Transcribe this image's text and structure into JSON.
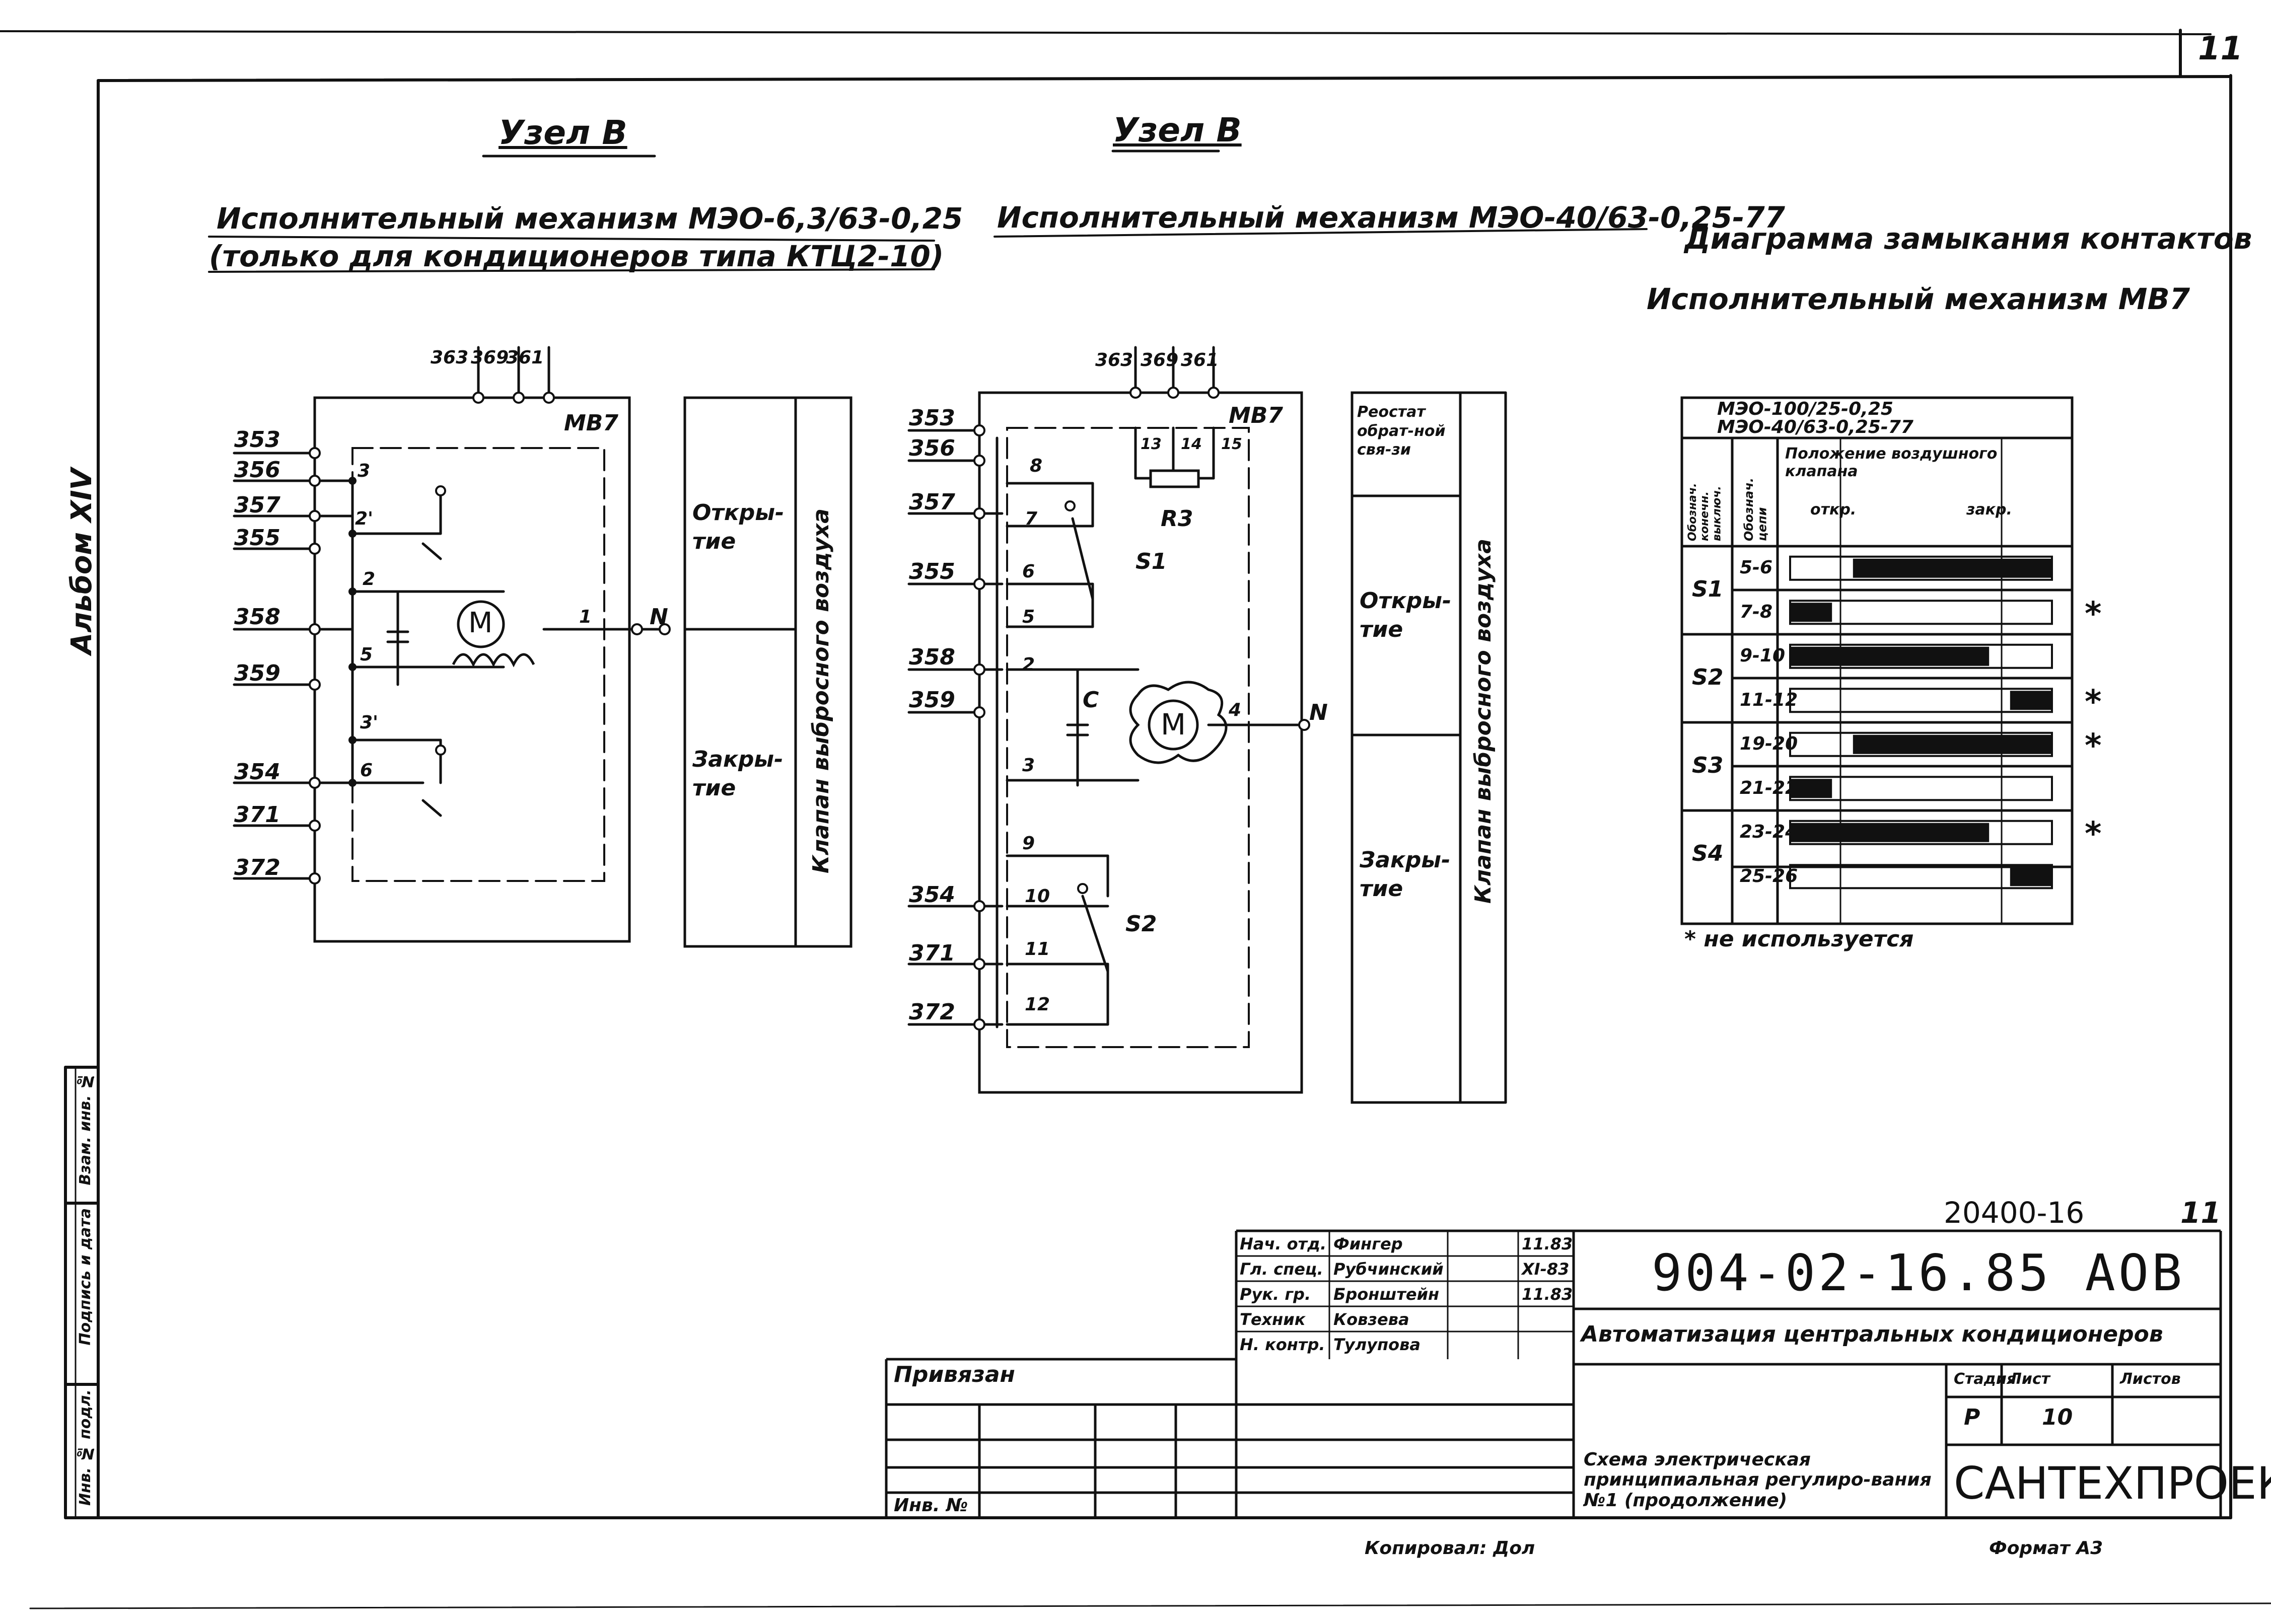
{
  "sheet_number_corner": "11",
  "album_label": "Альбом XIV",
  "left_panel": {
    "header": "Узел В",
    "title_line1": "Исполнительный механизм МЭО-6,3/63-0,25",
    "title_line2": "(только для кондиционеров типа КТЦ2-10)",
    "mb7": "МВ7",
    "top_terminals": [
      "363",
      "369",
      "361"
    ],
    "left_terminals": [
      "353",
      "356",
      "357",
      "355",
      "358",
      "359",
      "354",
      "371",
      "372"
    ],
    "contact_numbers": [
      "3",
      "2'",
      "2",
      "5",
      "3'",
      "6",
      "1"
    ],
    "neutral": "N",
    "motor": "M",
    "open_label": "Откры-тие",
    "close_label": "Закры-тие",
    "valve_label": "Клапан выбросного воздуха"
  },
  "middle_panel": {
    "header": "Узел В",
    "title": "Исполнительный механизм МЭО-40/63-0,25-77",
    "mb7": "МВ7",
    "top_terminals": [
      "363",
      "369",
      "361"
    ],
    "left_terminals": [
      "353",
      "356",
      "357",
      "355",
      "358",
      "359",
      "354",
      "371",
      "372"
    ],
    "contact_numbers": [
      "8",
      "7",
      "6",
      "5",
      "2",
      "3",
      "9",
      "10",
      "11",
      "12",
      "4"
    ],
    "rheo_numbers": [
      "13",
      "14",
      "15"
    ],
    "r3": "R3",
    "s1": "S1",
    "s2": "S2",
    "c_label": "C",
    "neutral": "N",
    "motor": "M",
    "rheostat_label": "Реостат обрат-ной свя-зи",
    "open_label": "Откры-тие",
    "close_label": "Закры-тие",
    "valve_label": "Клапан выбросного воздуха"
  },
  "diagram": {
    "title": "Диаграмма замыкания контактов",
    "subtitle": "Исполнительный механизм МВ7",
    "table_header_line1": "МЭО-100/25-0,25",
    "table_header_line2": "МЭО-40/63-0,25-77",
    "col1_header": "Обознач. конечн. выключ.",
    "col2_header": "Обознач. цепи",
    "col3_header": "Положение воздушного клапана",
    "open": "откр.",
    "closed": "закр.",
    "rows": [
      {
        "switch": "S1",
        "circuits": [
          {
            "circuit": "5-6",
            "unused": false,
            "fill_from": 0.24,
            "fill_to": 1.0
          },
          {
            "circuit": "7-8",
            "unused": true,
            "fill_from": 0.0,
            "fill_to": 0.16
          }
        ]
      },
      {
        "switch": "S2",
        "circuits": [
          {
            "circuit": "9-10",
            "unused": false,
            "fill_from": 0.0,
            "fill_to": 0.76
          },
          {
            "circuit": "11-12",
            "unused": true,
            "fill_from": 0.84,
            "fill_to": 1.0
          }
        ]
      },
      {
        "switch": "S3",
        "circuits": [
          {
            "circuit": "19-20",
            "unused": true,
            "fill_from": 0.24,
            "fill_to": 1.0
          },
          {
            "circuit": "21-22",
            "unused": false,
            "fill_from": 0.0,
            "fill_to": 0.16
          }
        ]
      },
      {
        "switch": "S4",
        "circuits": [
          {
            "circuit": "23-24",
            "unused": true,
            "fill_from": 0.0,
            "fill_to": 0.76
          },
          {
            "circuit": "25-26",
            "unused": false,
            "fill_from": 0.84,
            "fill_to": 1.0
          }
        ]
      }
    ],
    "footnote": "* не используется",
    "asterisk": "*"
  },
  "title_block": {
    "project_no": "20400-16",
    "sheet_top": "11",
    "code": "904-02-16.85 АОВ",
    "project_title": "Автоматизация центральных кондиционеров",
    "drawing_title": "Схема электрическая принципиальная регулиро-вания №1 (продолжение)",
    "organization": "САНТЕХПРОЕКТ",
    "stage_header": "Стадия",
    "sheet_header": "Лист",
    "sheets_header": "Листов",
    "stage": "Р",
    "sheet": "10",
    "sheets": "",
    "staff": [
      {
        "role": "Нач. отд.",
        "name": "Фингер",
        "date": "11.83"
      },
      {
        "role": "Гл. спец.",
        "name": "Рубчинский",
        "date": "XI-83"
      },
      {
        "role": "Рук. гр.",
        "name": "Бронштейн",
        "date": "11.83"
      },
      {
        "role": "Техник",
        "name": "Ковзева",
        "date": ""
      },
      {
        "role": "Н. контр.",
        "name": "Тулупова",
        "date": ""
      }
    ],
    "attached": "Привязан",
    "inv_no": "Инв. №",
    "copied": "Копировал: Дол",
    "format": "Формат А3"
  },
  "side_stamp": {
    "inv_orig": "Инв. № подл.",
    "sign_date": "Подпись и дата",
    "replace_inv": "Взам. инв. №"
  }
}
